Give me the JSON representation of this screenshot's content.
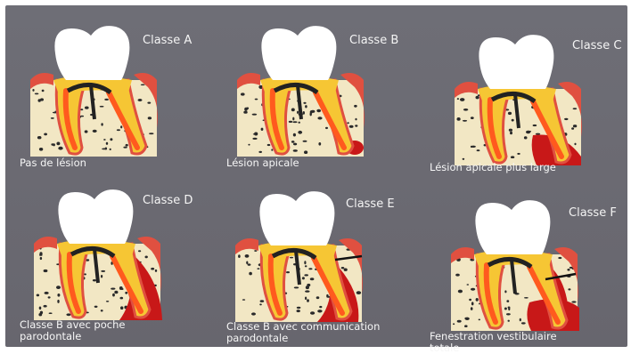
{
  "colors": {
    "background": "#6b6a72",
    "crown": "#ffffff",
    "bone": "#f2e7c4",
    "gum": "#e05040",
    "dentin": "#f6c634",
    "pulp": "#ff5a1e",
    "lesion": "#c81818"
  },
  "panels": [
    {
      "title": "Classe A",
      "caption": "Pas de lésion"
    },
    {
      "title": "Classe B",
      "caption": "Lésion apicale"
    },
    {
      "title": "Classe C",
      "caption": "Lésion apicale plus large"
    },
    {
      "title": "Classe D",
      "caption": "Classe B avec poche\nparodontale"
    },
    {
      "title": "Classe E",
      "caption": "Classe B avec communication\nparodontale"
    },
    {
      "title": "Classe F",
      "caption": "Fenestration vestibulaire\ntotale"
    }
  ]
}
